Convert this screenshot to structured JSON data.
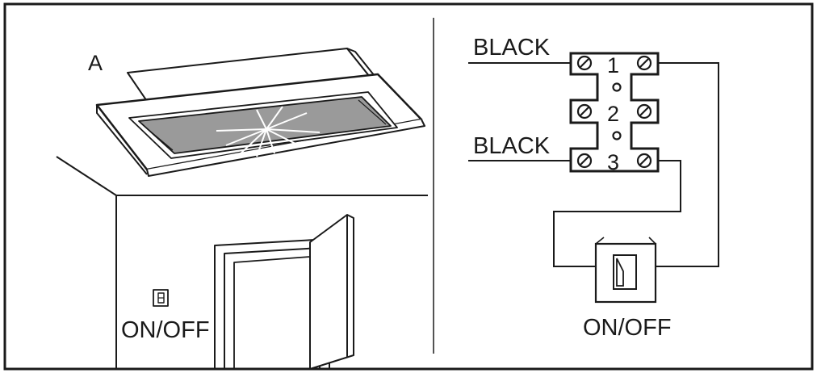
{
  "left_panel": {
    "label_a": "A",
    "switch_label": "ON/OFF"
  },
  "right_panel": {
    "wire_top_label": "BLACK",
    "wire_bottom_label": "BLACK",
    "terminals": [
      "1",
      "2",
      "3"
    ],
    "switch_label": "ON/OFF"
  },
  "colors": {
    "line": "#1a1a1a",
    "glass": "#9a9a9a",
    "background": "#ffffff"
  }
}
